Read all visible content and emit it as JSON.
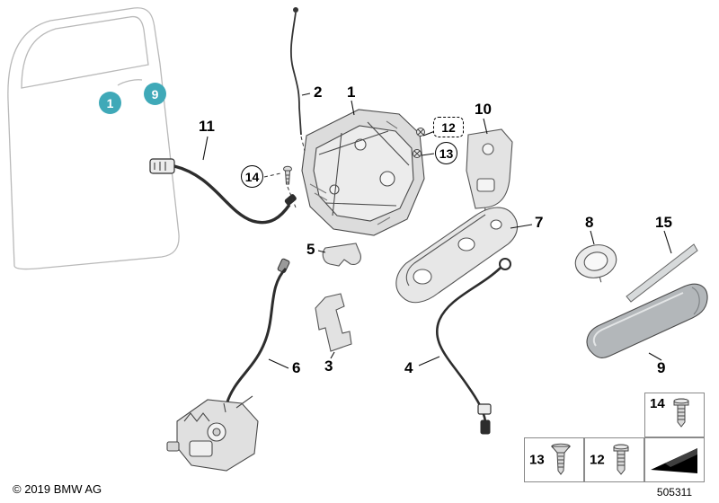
{
  "footer": {
    "copyright": "© 2019 BMW AG",
    "diagram_number": "505311"
  },
  "colors": {
    "badge": "#3fa9b8"
  },
  "badges": {
    "lock_location": "1",
    "handle_location": "9"
  },
  "callouts": {
    "rod": "2",
    "lock": "1",
    "screw12": "12",
    "screw13": "13",
    "door_brake": "10",
    "bowden_cable11": "11",
    "screw14": "14",
    "clip5": "5",
    "carrier7": "7",
    "cover8": "8",
    "seal15": "15",
    "bowden_cable6": "6",
    "bracket3": "3",
    "cable4": "4",
    "outer_handle9": "9"
  },
  "legend": {
    "screw14": "14",
    "screw13": "13",
    "screw12": "12"
  }
}
